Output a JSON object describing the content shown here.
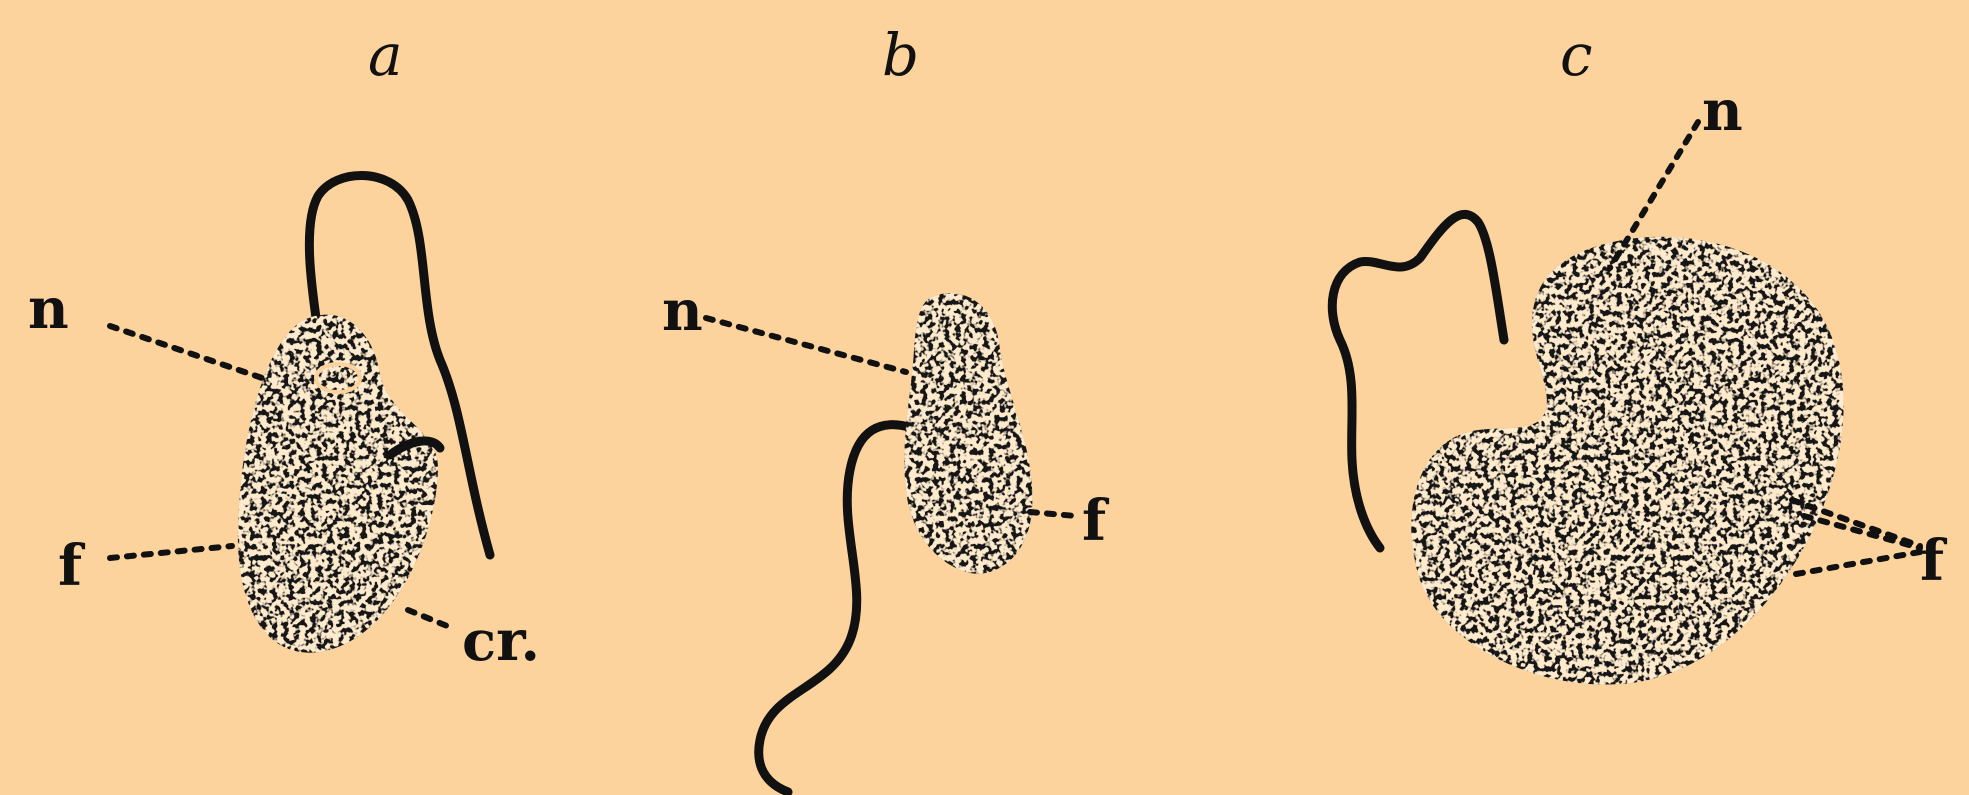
{
  "figure": {
    "background": "#fdd39d",
    "ink": "#111111",
    "panels": [
      {
        "title": "a",
        "labels": {
          "nucleus": "n",
          "food": "f",
          "cr": "cr."
        }
      },
      {
        "title": "b",
        "labels": {
          "nucleus": "n",
          "food": "f"
        }
      },
      {
        "title": "c",
        "labels": {
          "nucleus": "n",
          "food": "f"
        }
      }
    ]
  }
}
